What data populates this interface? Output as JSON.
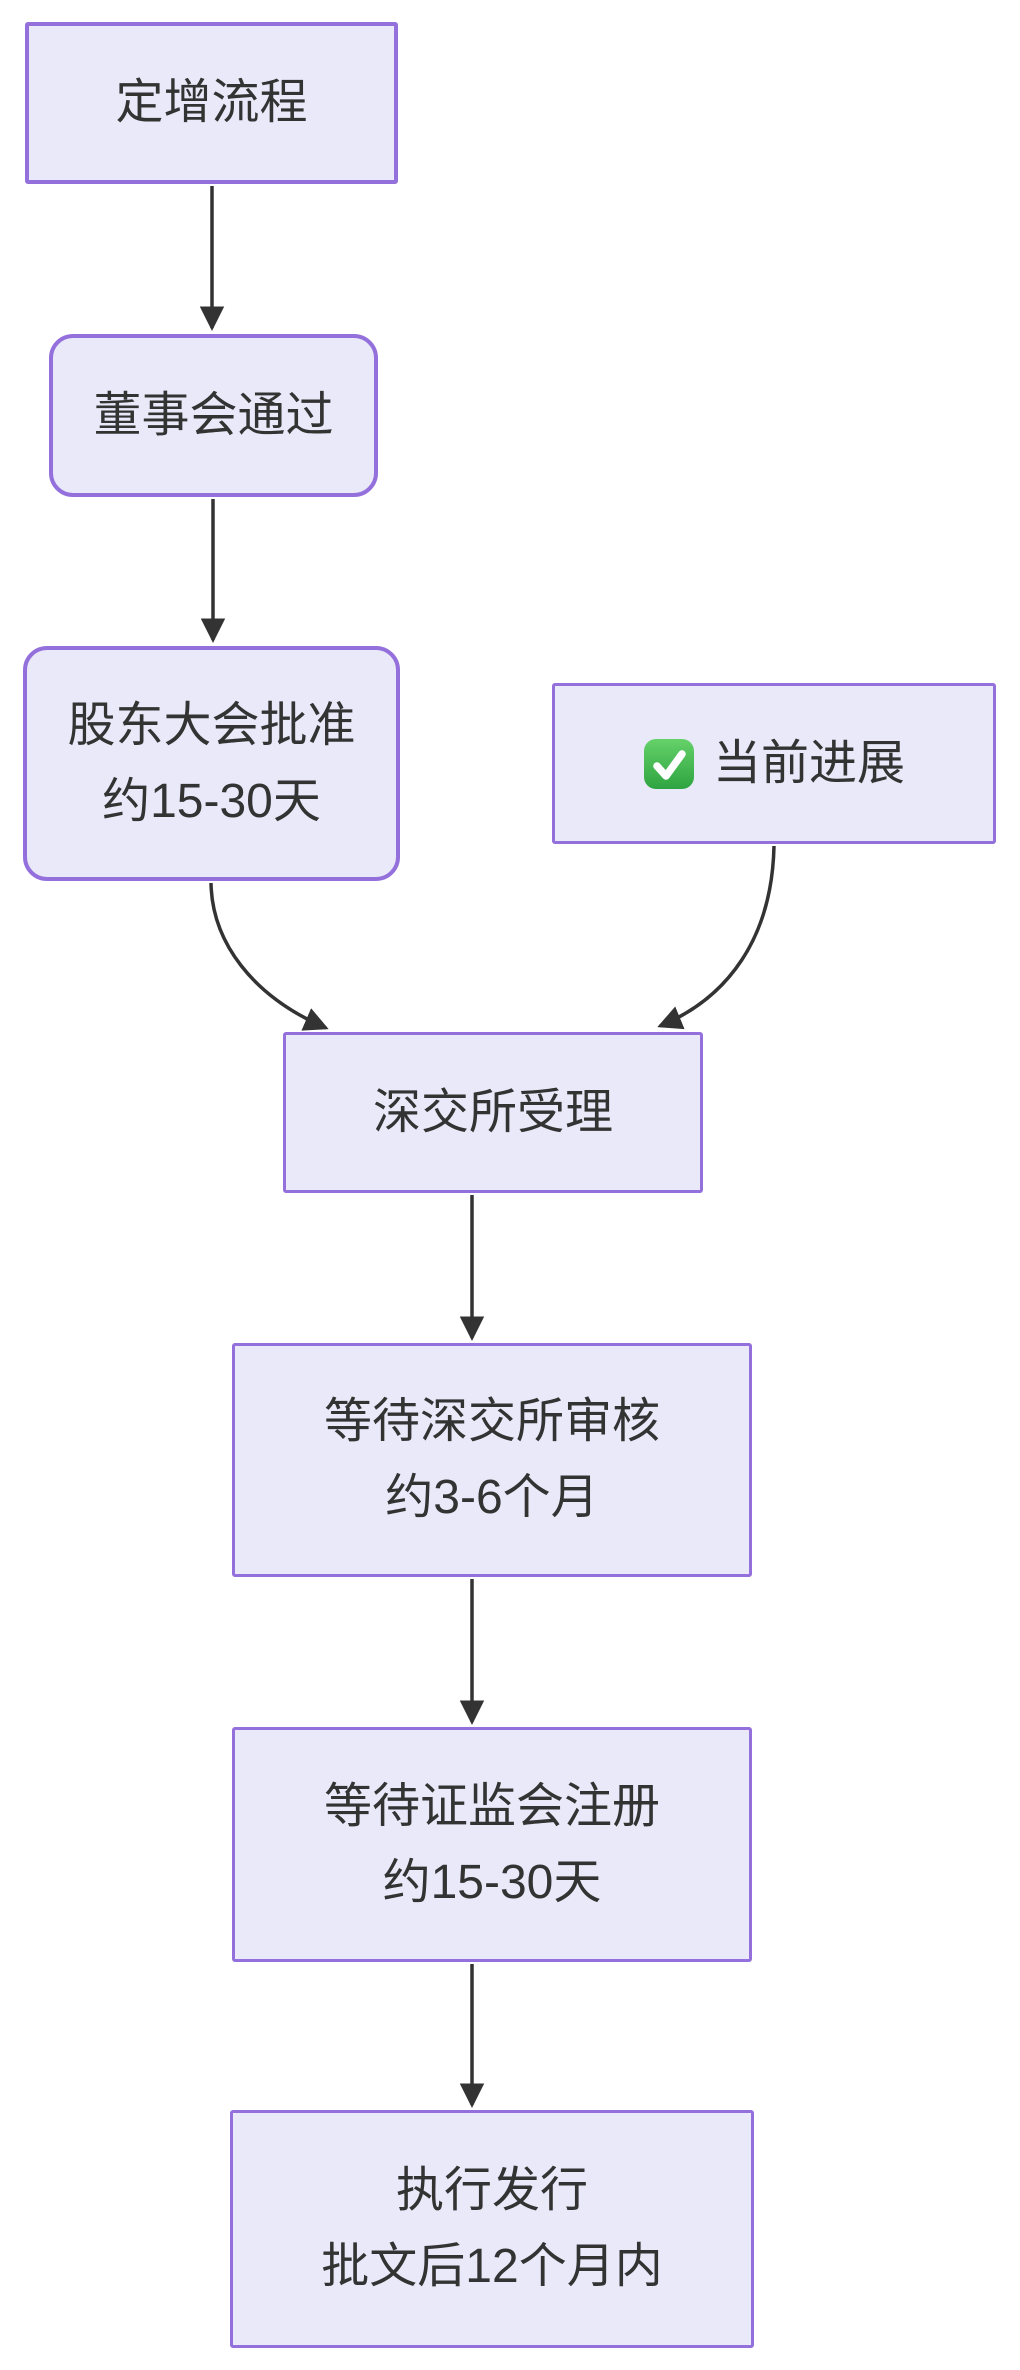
{
  "diagram": {
    "type": "flowchart",
    "direction": "top-down",
    "nodes": [
      {
        "id": "start",
        "label": "定增流程",
        "shape": "rectangle"
      },
      {
        "id": "board",
        "label": "董事会通过",
        "shape": "rounded"
      },
      {
        "id": "shareholders",
        "label": "股东大会批准",
        "sublabel": "约15-30天",
        "shape": "rounded"
      },
      {
        "id": "progress",
        "label": "当前进展",
        "icon": "✅",
        "shape": "rectangle"
      },
      {
        "id": "acceptance",
        "label": "深交所受理",
        "shape": "rectangle"
      },
      {
        "id": "review",
        "label": "等待深交所审核",
        "sublabel": "约3-6个月",
        "shape": "rectangle"
      },
      {
        "id": "registration",
        "label": "等待证监会注册",
        "sublabel": "约15-30天",
        "shape": "rectangle"
      },
      {
        "id": "issuance",
        "label": "执行发行",
        "sublabel": "批文后12个月内",
        "shape": "rectangle"
      }
    ],
    "edges": [
      {
        "from": "start",
        "to": "board"
      },
      {
        "from": "board",
        "to": "shareholders"
      },
      {
        "from": "shareholders",
        "to": "acceptance"
      },
      {
        "from": "progress",
        "to": "acceptance"
      },
      {
        "from": "acceptance",
        "to": "review"
      },
      {
        "from": "review",
        "to": "registration"
      },
      {
        "from": "registration",
        "to": "issuance"
      }
    ]
  },
  "colors": {
    "page_bg": "#FFFFFF",
    "node_fill": "#E9E9F9",
    "node_border": "#9370DB",
    "edge_color": "#333333",
    "text_color": "#333333",
    "check_green_top": "#65D169",
    "check_green_bottom": "#2EA440",
    "check_mark": "#FFFFFF"
  }
}
